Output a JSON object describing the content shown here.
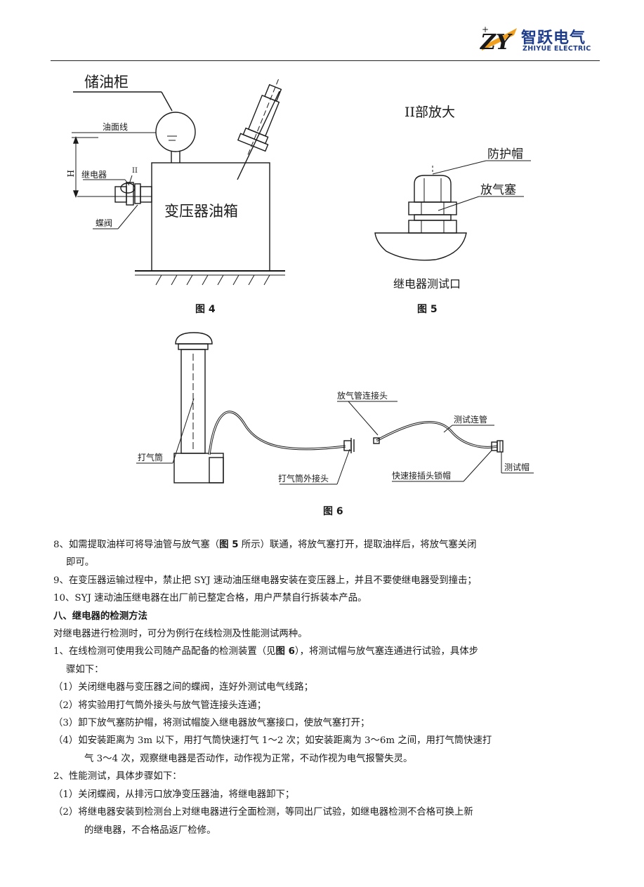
{
  "header": {
    "logo_cn": "智跃电气",
    "logo_en": "ZHIYUE ELECTRIC"
  },
  "figure4": {
    "caption": "图 4",
    "labels": {
      "conservator": "储油柜",
      "oil_level_line": "油面线",
      "relay": "继电器",
      "part_marker": "II",
      "height_marker": "H",
      "butterfly_valve": "蝶阀",
      "tank": "变压器油箱"
    }
  },
  "figure5": {
    "caption": "图 5",
    "labels": {
      "title": "II部放大",
      "cap": "防护帽",
      "vent_plug": "放气塞",
      "test_port": "继电器测试口"
    }
  },
  "figure6": {
    "caption": "图 6",
    "labels": {
      "vent_connector": "放气管连接头",
      "test_pipe": "测试连管",
      "pump": "打气筒",
      "pump_connector": "打气筒外接头",
      "quick_cap": "快速接插头锁帽",
      "test_cap": "测试帽"
    }
  },
  "text": {
    "item8_a": "8、如需提取油样可将导油管与放气塞（",
    "item8_bold": "图 5",
    "item8_b": " 所示）联通，将放气塞打开，提取油样后，将放气塞关闭",
    "item8_c": "即可。",
    "item9": "9、在变压器运输过程中，禁止把 SYJ 速动油压继电器安装在变压器上，并且不要使继电器受到撞击；",
    "item10": "10、SYJ 速动油压继电器在出厂前已整定合格，用户严禁自行拆装本产品。",
    "section8": "八、继电器的检测方法",
    "intro": "对继电器进行检测时，可分为例行在线检测及性能测试两种。",
    "p1_a": "1、在线检测可使用我公司随产品配备的检测装置（见",
    "p1_bold": "图 6",
    "p1_b": "），将测试帽与放气塞连通进行试验，具体步",
    "p1_c": "骤如下：",
    "s1": "（1）关闭继电器与变压器之间的蝶阀，连好外测试电气线路；",
    "s2": "（2）将实验用打气筒外接头与放气管连接头连通；",
    "s3": "（3）卸下放气塞防护帽，将测试帽旋入继电器放气塞接口，使放气塞打开；",
    "s4_a": "（4）如安装距离为 3m 以下，用打气筒快速打气 1～2 次；如安装距离为 3～6m 之间，用打气筒快速打",
    "s4_b": "气 3～4 次，观察继电器是否动作，动作视为正常，不动作视为电气报警失灵。",
    "p2": "2、性能测试，具体步骤如下：",
    "t1": "（1）关闭蝶阀，从排污口放净变压器油，将继电器卸下；",
    "t2_a": "（2）将继电器安装到检测台上对继电器进行全面检测，等同出厂试验，如继电器检测不合格可换上新",
    "t2_b": "的继电器，不合格品返厂检修。"
  }
}
